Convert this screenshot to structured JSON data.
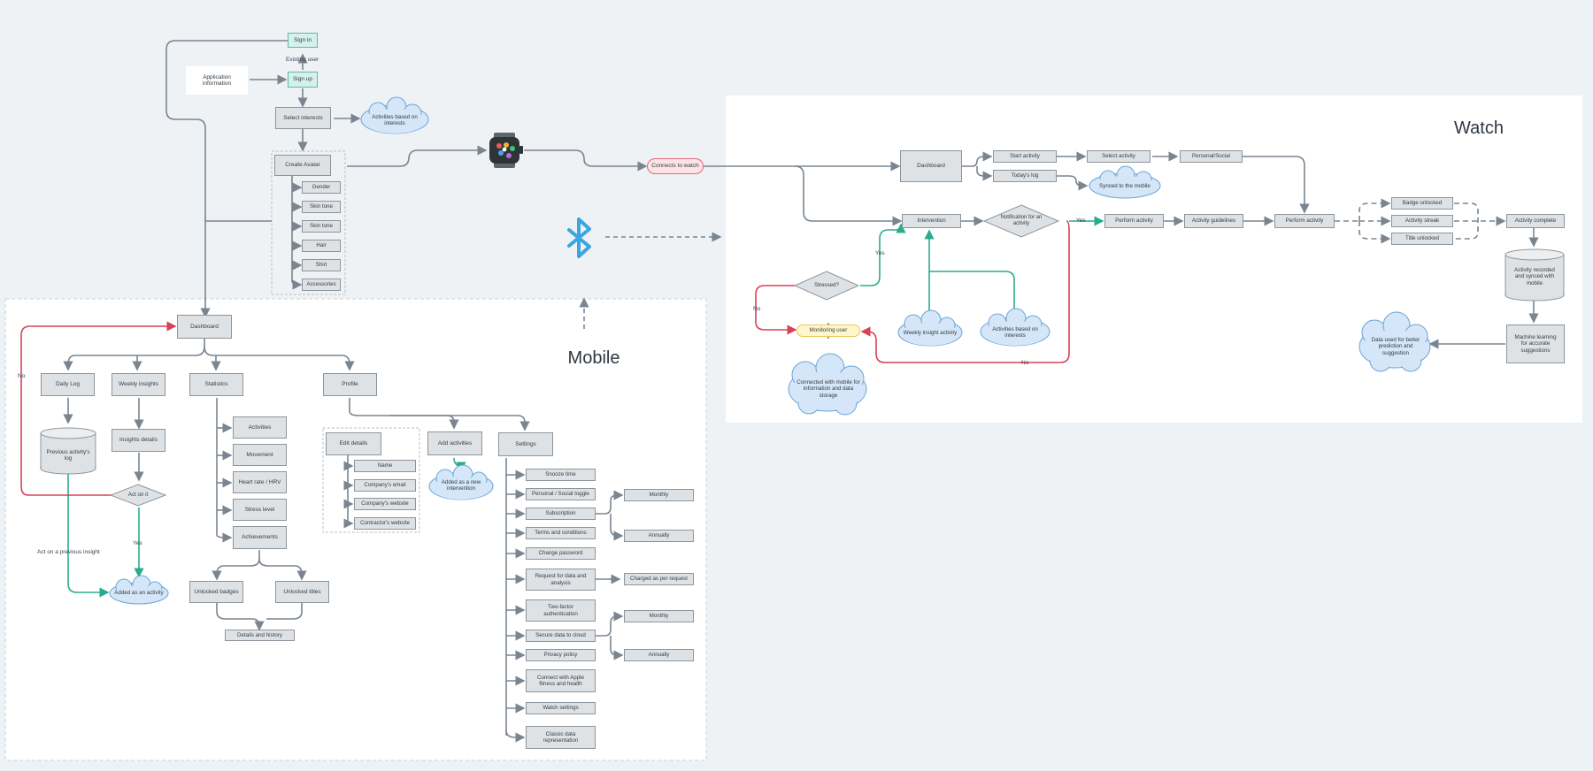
{
  "panels": {
    "mobile_title": "Mobile",
    "watch_title": "Watch"
  },
  "onboarding": {
    "sign_in": "Sign in",
    "existing_user": "Existing user",
    "application_information": "Application information",
    "sign_up": "Sign up",
    "select_interests": "Select interests",
    "activities_based_on_interests": "Activities based on interests",
    "create_avatar": "Create Avatar",
    "avatar_options": [
      "Gender",
      "Skin tone",
      "Skin tone",
      "Hair",
      "Shirt",
      "Accessories"
    ],
    "connects_to_watch": "Connects to watch"
  },
  "mobile": {
    "dashboard": "Dashboard",
    "no": "No",
    "daily_log": "Daily Log",
    "weekly_insights": "Weekly insights",
    "statistics": "Statistics",
    "profile": "Profile",
    "previous_activity_log": "Previous activity's log",
    "insights_details": "Insights details",
    "act_on_it": "Act on it",
    "yes": "Yes",
    "act_on_previous_insight": "Act on a previous insight",
    "added_as_activity": "Added as an activity",
    "statistics_items": [
      "Activities",
      "Movement",
      "Heart rate / HRV",
      "Stress level",
      "Achievements"
    ],
    "unlocked_badges": "Unlocked badges",
    "unlocked_titles": "Unlocked titles",
    "details_and_history": "Details and history",
    "edit_details": "Edit details",
    "edit_items": [
      "Name",
      "Company's email",
      "Company's website",
      "Contractor's website"
    ],
    "add_activities": "Add activities",
    "added_as_new_intervention": "Added as a new intervention",
    "settings": "Settings",
    "settings_items": [
      "Snooze time",
      "Personal / Social toggle",
      "Subscription",
      "Terms and conditions",
      "Change password",
      "Request for data and analysis",
      "Two-factor authentication",
      "Secure data to cloud",
      "Privacy policy",
      "Connect with Apple fitness and health",
      "Watch settings",
      "Classic data representation"
    ],
    "monthly": "Monthly",
    "annually": "Annually",
    "charged_as_per_request": "Charged as per request"
  },
  "watch": {
    "dashboard": "Dashboard",
    "start_activity": "Start activity",
    "todays_log": "Today's log",
    "select_activity": "Select activity",
    "personal_social": "Personal/Social",
    "synced_to_mobile": "Synced to the mobile",
    "intervention": "Intervention",
    "notification_for_activity": "Notification for an activity",
    "yes": "Yes",
    "no": "No",
    "perform_activity": "Perform activity",
    "activity_guidelines": "Activity guidelines",
    "perform_activity_2": "Perform activity",
    "badge_unlocked": "Badge unlocked",
    "activity_streak": "Activity streak",
    "title_unlocked": "Title unlocked",
    "activity_complete": "Activity complete",
    "stressed": "Stressed?",
    "monitoring_user": "Monitoring user",
    "connected_with_mobile": "Connected with mobile for information and data storage",
    "weekly_insight_activity": "Weekly insight activity",
    "activities_based_on_interests": "Activities based on interests",
    "activity_recorded": "Activity recorded and synced with mobile",
    "machine_learning": "Machine learning for accurate suggestions",
    "data_used": "Data used for better prediction and suggestion"
  },
  "icons": [
    "smartwatch-icon",
    "bluetooth-icon"
  ],
  "colors": {
    "arrow": "#7a8590",
    "green": "#2bab8e",
    "red": "#d9405a",
    "bluetooth": "#3aa6e0",
    "cloud": "#d4e6f8",
    "panel": "#ffffff",
    "background": "#eef2f5"
  }
}
